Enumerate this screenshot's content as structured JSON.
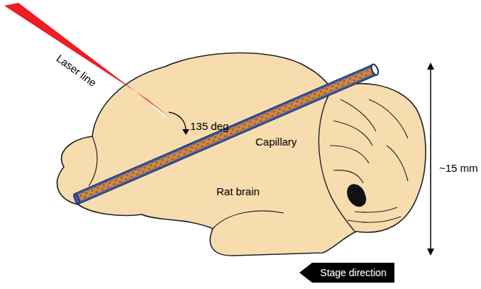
{
  "diagram": {
    "nodes": [
      {
        "text": [
          "Stage direction"
        ]
      }
    ],
    "labels": [
      "Laser line",
      "135 deg",
      "Capillary",
      "Rat brain",
      "~15 mm"
    ]
  }
}
